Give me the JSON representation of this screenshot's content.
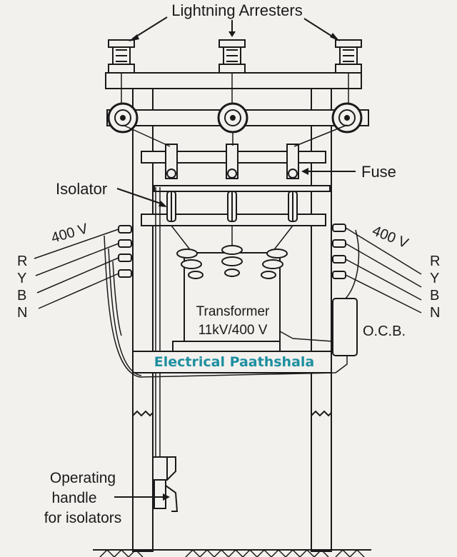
{
  "labels": {
    "lightning_arresters": "Lightning Arresters",
    "fuse": "Fuse",
    "isolator": "Isolator",
    "voltage_left": "400 V",
    "voltage_right": "400 V",
    "phase_left": [
      "R",
      "Y",
      "B",
      "N"
    ],
    "phase_right": [
      "R",
      "Y",
      "B",
      "N"
    ],
    "transformer_line1": "Transformer",
    "transformer_line2": "11kV/400 V",
    "ocb": "O.C.B.",
    "operating_handle_line1": "Operating",
    "operating_handle_line2": "handle",
    "operating_handle_line3": "for isolators"
  },
  "watermark": "Electrical Paathshala",
  "colors": {
    "line": "#1a1a1a",
    "watermark": "#1e8fa0",
    "background": "#f3f1ee"
  }
}
